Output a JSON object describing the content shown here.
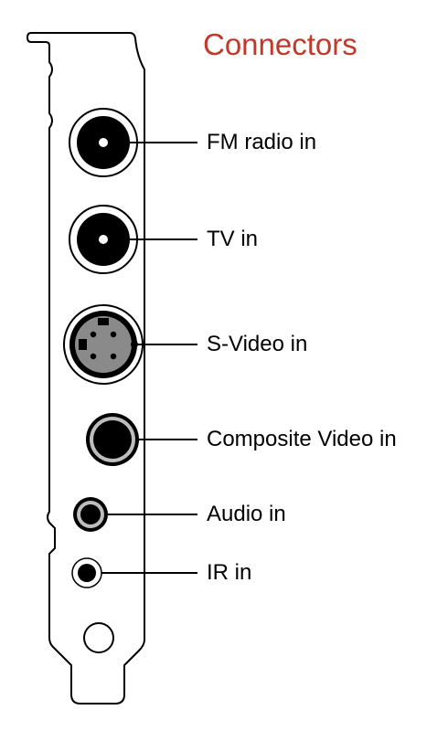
{
  "title": "Connectors",
  "colors": {
    "title": "#c0392b",
    "ink": "#000000",
    "ring_gray": "#bdbdbd",
    "svideo_fill": "#8a8a8a"
  },
  "connectors": [
    {
      "id": "fm",
      "label": "FM radio in"
    },
    {
      "id": "tv",
      "label": "TV in"
    },
    {
      "id": "svideo",
      "label": "S-Video in"
    },
    {
      "id": "composite",
      "label": "Composite Video in"
    },
    {
      "id": "audio",
      "label": "Audio in"
    },
    {
      "id": "ir",
      "label": "IR in"
    }
  ]
}
